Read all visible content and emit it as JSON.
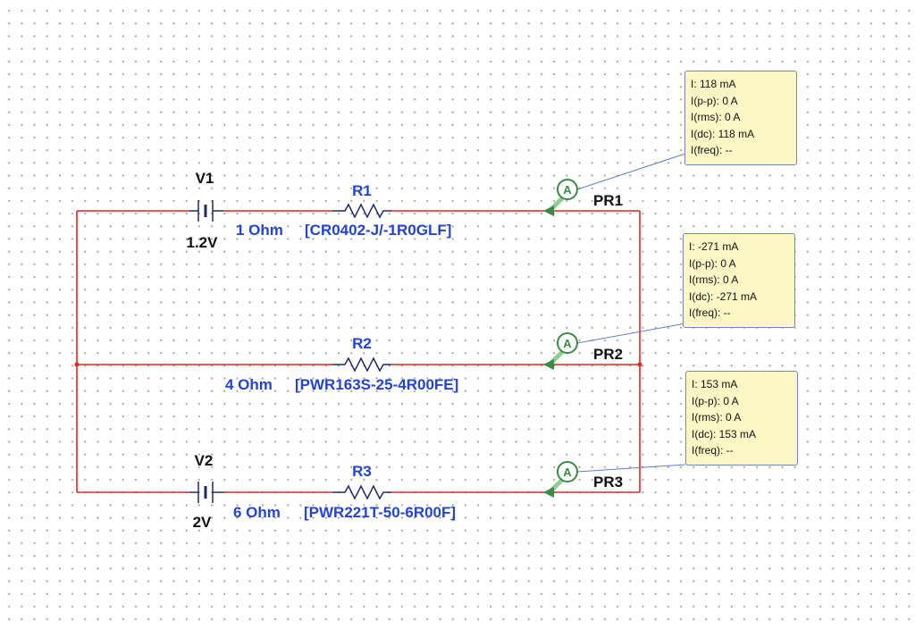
{
  "sources": {
    "v1": {
      "name": "V1",
      "value": "1.2V"
    },
    "v2": {
      "name": "V2",
      "value": "2V"
    }
  },
  "resistors": {
    "r1": {
      "name": "R1",
      "value": "1 Ohm",
      "part": "[CR0402-J/-1R0GLF]"
    },
    "r2": {
      "name": "R2",
      "value": "4 Ohm",
      "part": "[PWR163S-25-4R00FE]"
    },
    "r3": {
      "name": "R3",
      "value": "6 Ohm",
      "part": "[PWR221T-50-6R00F]"
    }
  },
  "probes": {
    "pr1": {
      "name": "PR1",
      "symbol": "A",
      "i": "I: 118 mA",
      "ipp": "I(p-p): 0 A",
      "irms": "I(rms): 0 A",
      "idc": "I(dc): 118 mA",
      "ifreq": "I(freq): --"
    },
    "pr2": {
      "name": "PR2",
      "symbol": "A",
      "i": "I: -271 mA",
      "ipp": "I(p-p): 0 A",
      "irms": "I(rms): 0 A",
      "idc": "I(dc): -271 mA",
      "ifreq": "I(freq): --"
    },
    "pr3": {
      "name": "PR3",
      "symbol": "A",
      "i": "I: 153 mA",
      "ipp": "I(p-p): 0 A",
      "irms": "I(rms): 0 A",
      "idc": "I(dc): 153 mA",
      "ifreq": "I(freq): --"
    }
  },
  "colors": {
    "wire": "#e0271f",
    "label_blue": "#2442d6",
    "probe_green": "#3a8a45",
    "tooltip_bg": "#fdf7c6"
  }
}
